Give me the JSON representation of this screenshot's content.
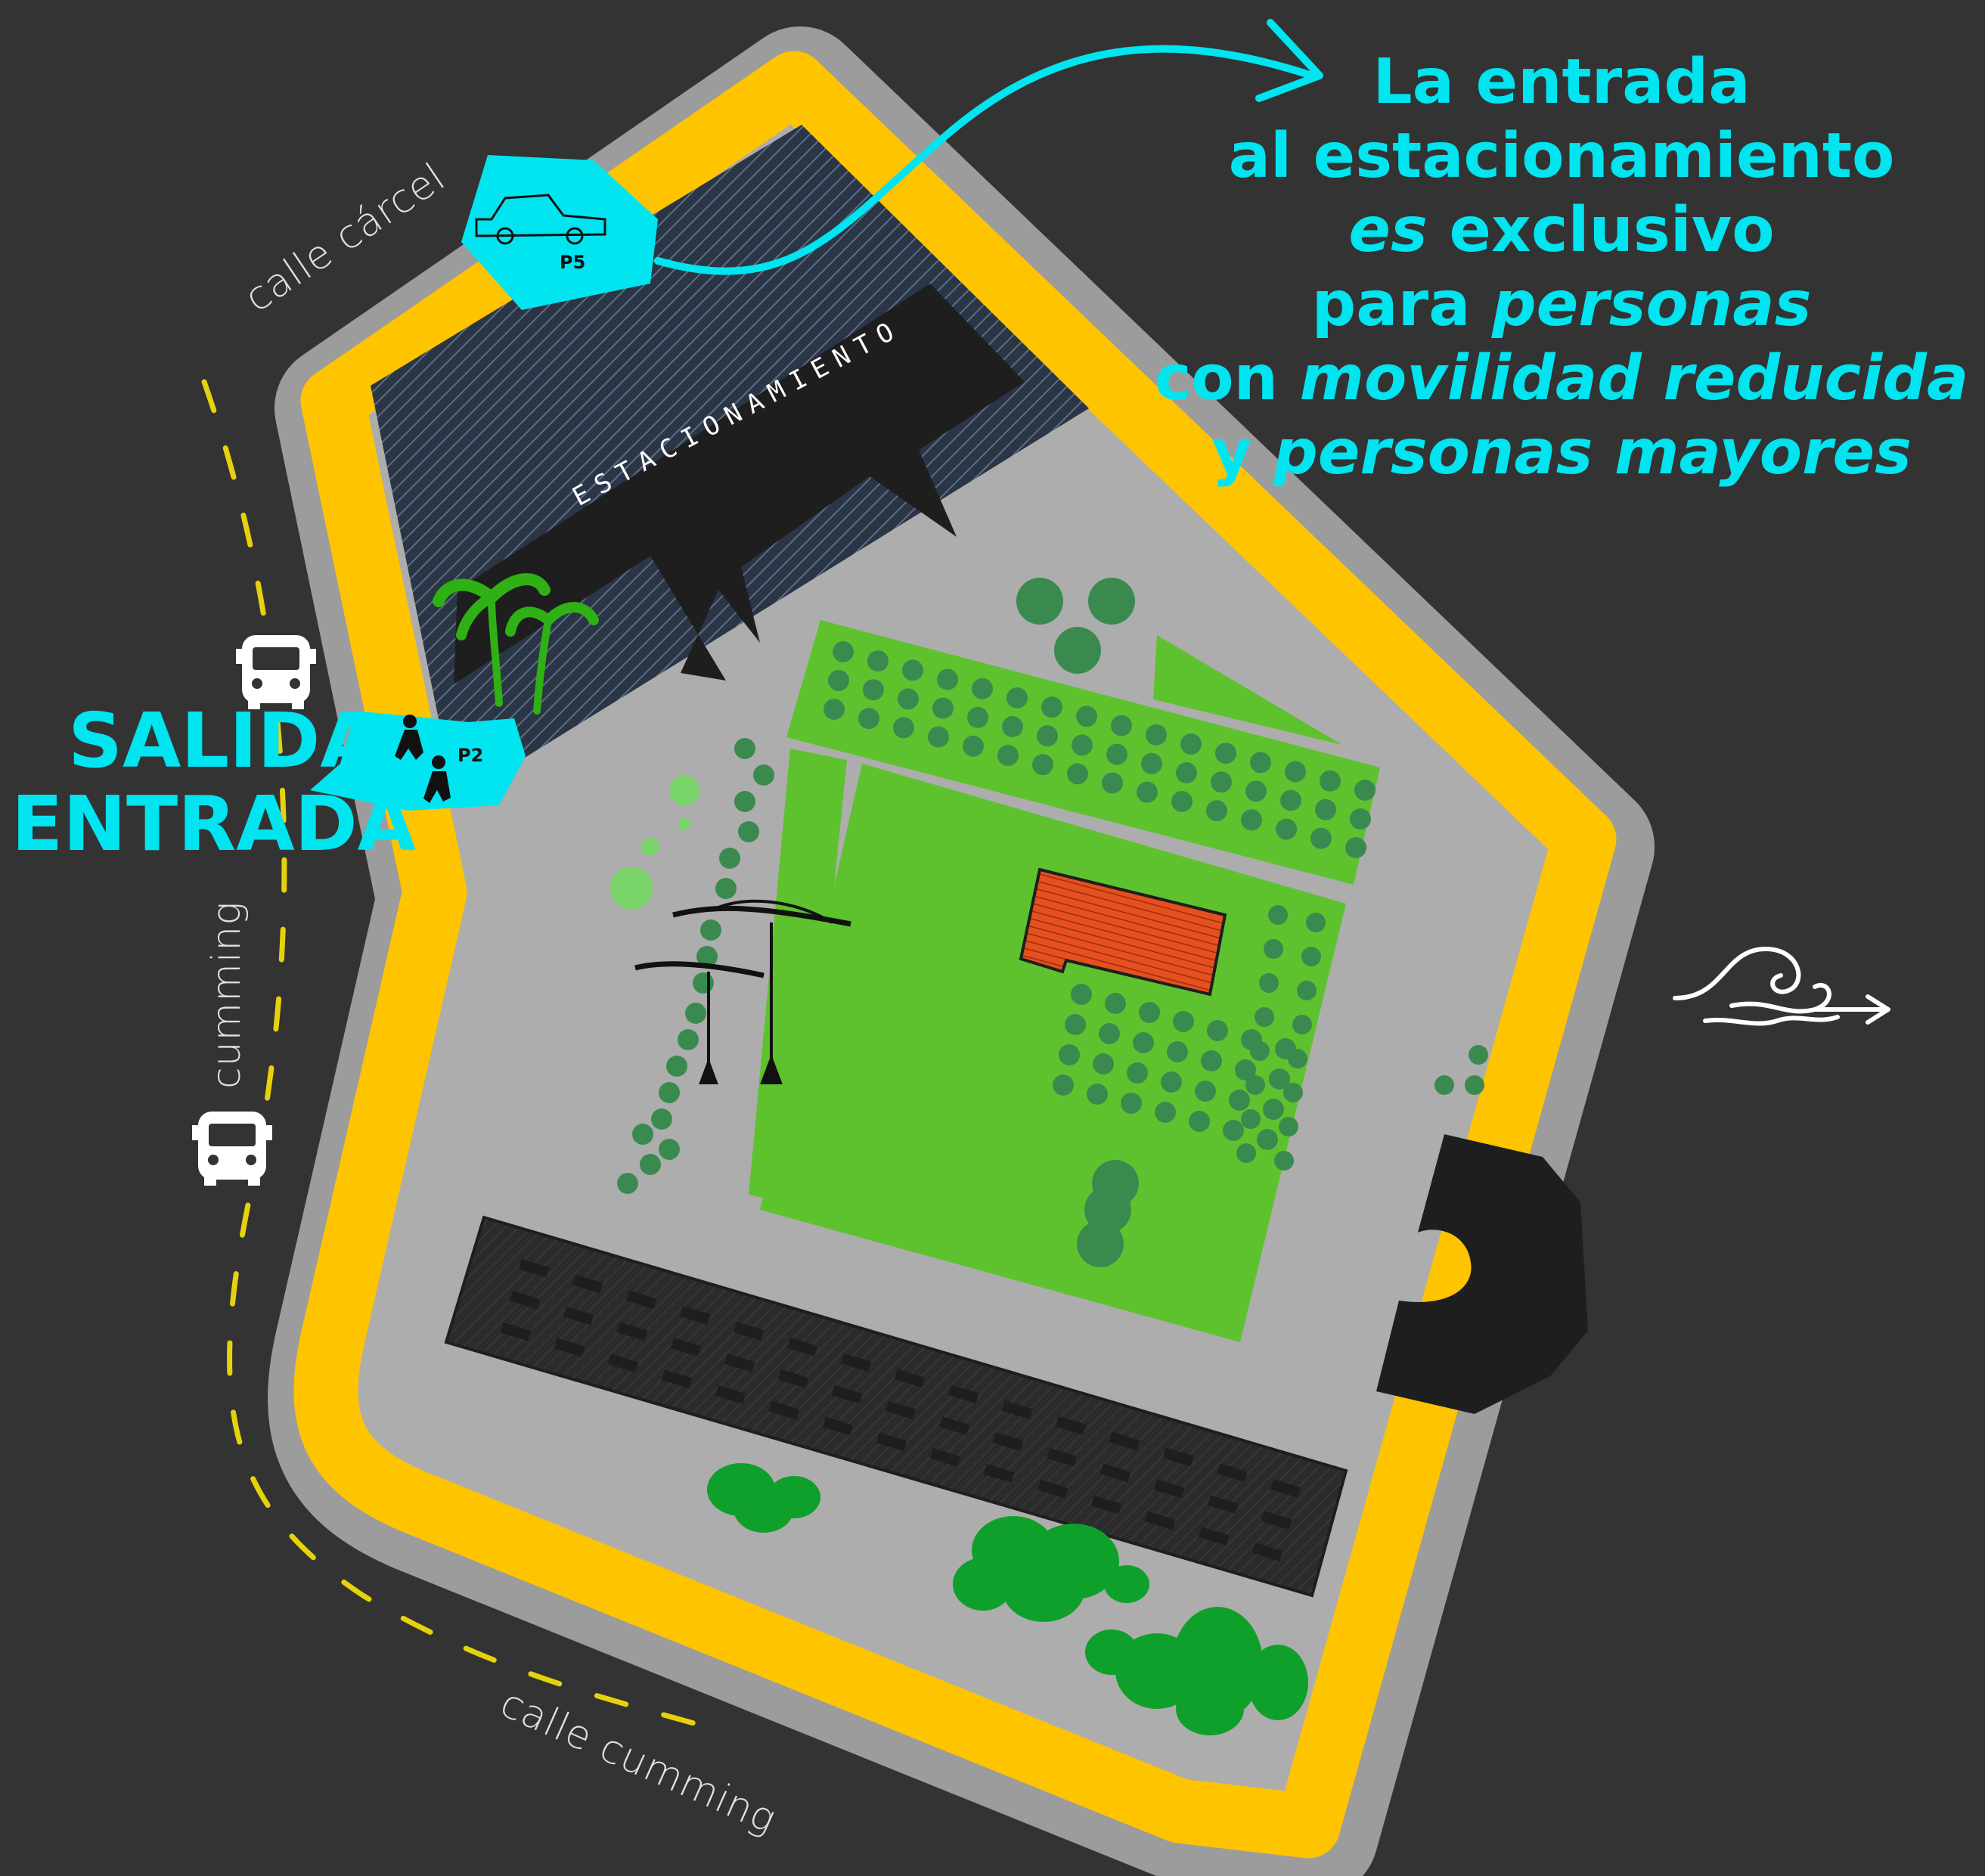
{
  "streets": {
    "carcel": "calle cárcel",
    "cumming_side": "cumming",
    "cumming_bottom": "calle cumming"
  },
  "access": {
    "exit_label": "SALIDA",
    "entry_label": "ENTRADA",
    "pedestrian_gate": "P2",
    "vehicle_gate": "P5"
  },
  "parking": {
    "label": "ESTACIONAMIENTO"
  },
  "notice": {
    "line1": "La entrada",
    "line2": "al estacionamiento",
    "line3_italic": "es",
    "line3_regular": " exclusivo",
    "line4_regular": "para ",
    "line4_italic": "personas",
    "line5_regular": "con ",
    "line5_italic": "movilidad reducida",
    "line6_regular": "y ",
    "line6_italic": "personas mayores"
  },
  "icons": {
    "bus_stops": [
      "bus-icon",
      "bus-icon"
    ],
    "pedestrian": "pedestrian-icon",
    "car": "car-icon",
    "ocean": "wave-icon",
    "palm": "palm-tree-icon",
    "streetlight": "streetlight-icon",
    "building": "building-icon"
  },
  "colors": {
    "background": "#333333",
    "perimeter": "#ffc400",
    "grounds": "#adadad",
    "lawn": "#5ec22e",
    "tree": "#3a8a50",
    "accent": "#00e5f0",
    "building": "#e5501e",
    "dark": "#1e1e1e"
  }
}
